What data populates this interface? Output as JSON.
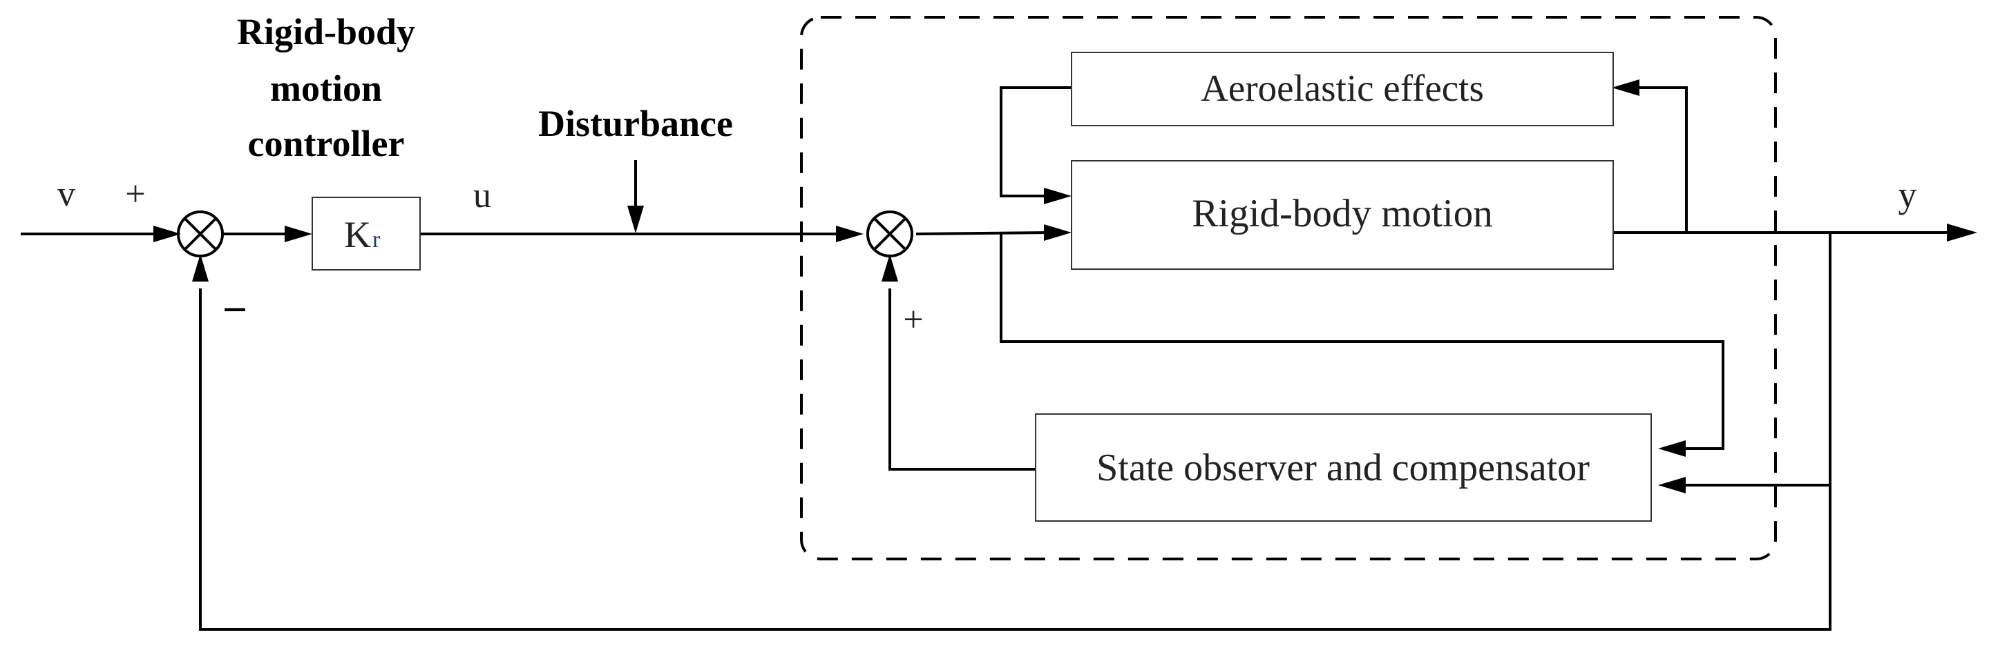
{
  "blocks": {
    "aeroelastic": "Aeroelastic effects",
    "rigid_body": "Rigid-body motion",
    "observer": "State observer and compensator",
    "gain_main": "K",
    "gain_sub": "r"
  },
  "labels": {
    "controller_line1": "Rigid-body",
    "controller_line2": "motion",
    "controller_line3": "controller",
    "disturbance": "Disturbance",
    "input": "v",
    "control": "u",
    "output": "y",
    "sum1_plus": "+",
    "sum1_minus": "−",
    "sum2_plus": "+"
  }
}
